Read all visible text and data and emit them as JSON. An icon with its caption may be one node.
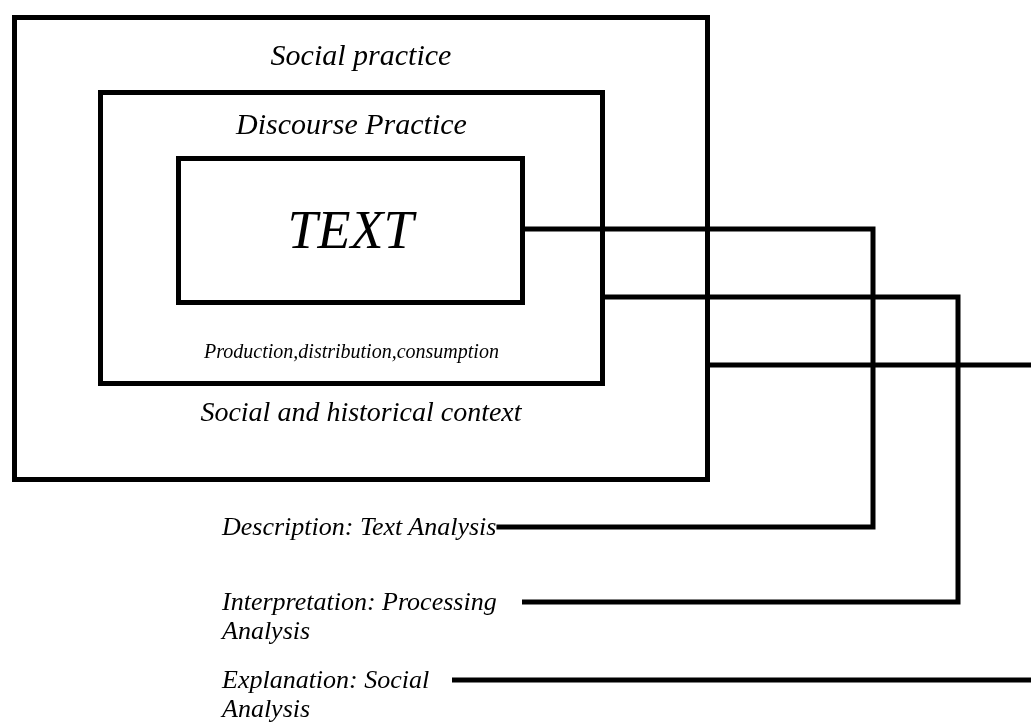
{
  "diagram": {
    "nodes": [
      {
        "text": [
          "Social practice",
          "Social and historical context"
        ]
      },
      {
        "text": [
          "Discourse Practice",
          "Production,distribution,consumption"
        ],
        "in": 0
      },
      {
        "text": [
          "TEXT"
        ],
        "in": 1
      },
      {
        "text": [
          "Description: Text Analysis"
        ]
      },
      {
        "text": [
          "Interpretation: Processing Analysis"
        ]
      },
      {
        "text": [
          "Explanation: Social Analysis"
        ]
      }
    ],
    "edges": [
      {
        "from": 2,
        "to": 3,
        "arrow": "none"
      },
      {
        "from": 1,
        "to": 4,
        "arrow": "none"
      },
      {
        "from": 0,
        "to": null,
        "arrow": "none"
      },
      {
        "from": null,
        "to": 5,
        "arrow": "none"
      }
    ]
  }
}
